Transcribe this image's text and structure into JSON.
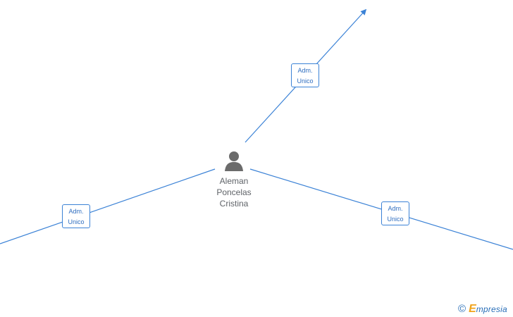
{
  "person": {
    "name_lines": [
      "Aleman",
      "Poncelas",
      "Cristina"
    ],
    "icon": "person-icon"
  },
  "relations": [
    {
      "line1": "Adm.",
      "line2": "Unico"
    },
    {
      "line1": "Adm.",
      "line2": "Unico"
    },
    {
      "line1": "Adm.",
      "line2": "Unico"
    }
  ],
  "watermark": {
    "symbol": "©",
    "brand_initial": "E",
    "brand_rest": "mpresia"
  },
  "colors": {
    "line": "#3b82d6",
    "box_border": "#3b82d6",
    "box_text": "#2f6ec0",
    "person": "#6b6b6b",
    "brand_blue": "#2a6fb8",
    "brand_orange": "#f0a31a"
  }
}
